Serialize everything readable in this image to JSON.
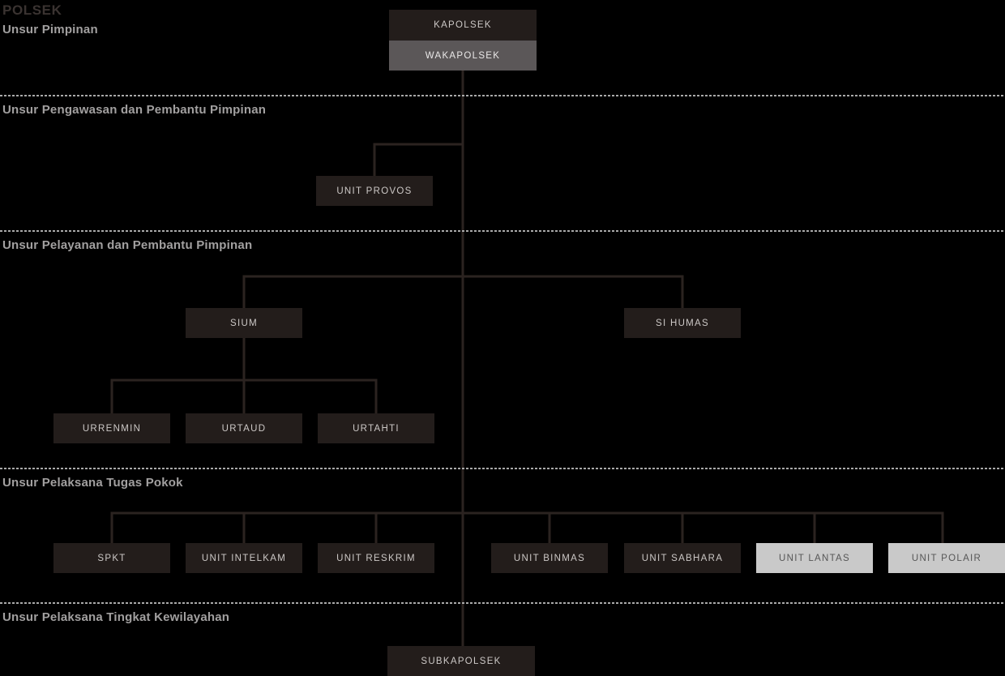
{
  "title": "POLSEK",
  "sections": {
    "pimpinan": {
      "label": "Unsur Pimpinan"
    },
    "pengawasan": {
      "label": "Unsur Pengawasan dan Pembantu Pimpinan"
    },
    "pelayanan": {
      "label": "Unsur Pelayanan dan Pembantu Pimpinan"
    },
    "pelaksana_pokok": {
      "label": "Unsur Pelaksana Tugas Pokok"
    },
    "kewilayahan": {
      "label": "Unsur Pelaksana Tingkat Kewilayahan"
    }
  },
  "nodes": {
    "kapolsek": "KAPOLSEK",
    "wakapolsek": "WAKAPOLSEK",
    "unit_provos": "UNIT PROVOS",
    "sium": "SIUM",
    "si_humas": "SI HUMAS",
    "urrenmin": "URRENMIN",
    "urtaud": "URTAUD",
    "urtahti": "URTAHTI",
    "spkt": "SPKT",
    "unit_intelkam": "UNIT INTELKAM",
    "unit_reskrim": "UNIT RESKRIM",
    "unit_binmas": "UNIT BINMAS",
    "unit_sabhara": "UNIT SABHARA",
    "unit_lantas": "UNIT LANTAS",
    "unit_polair": "UNIT POLAIR",
    "subkapolsek": "SUBKAPOLSEK"
  },
  "colors": {
    "background": "#000000",
    "dark_box": "#231d1b",
    "gray_box": "#5b5758",
    "light_box": "#c9c9c9",
    "connector": "#2b2320",
    "divider": "#a9a9a9"
  }
}
